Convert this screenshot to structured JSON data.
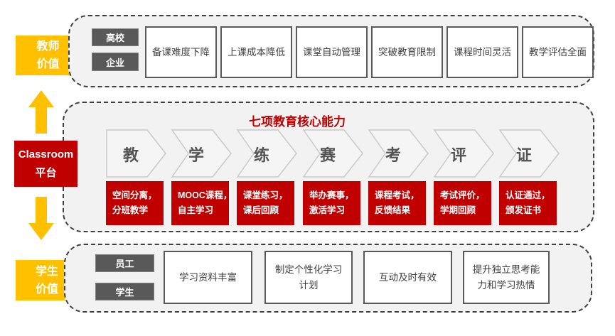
{
  "colors": {
    "accent_yellow": "#FFC000",
    "accent_red": "#C00000",
    "tag_gray": "#595959",
    "section_bg": "#F2F2F2"
  },
  "left_rail": {
    "teacher_value": {
      "line1": "教师",
      "line2": "价值"
    },
    "platform": {
      "line1": "Classroom",
      "line2": "平台"
    },
    "student_value": {
      "line1": "学生",
      "line2": "价值"
    }
  },
  "teacher_section": {
    "audience_tags": [
      {
        "label": "高校"
      },
      {
        "label": "企业"
      }
    ],
    "benefits": [
      {
        "label": "备课难度下降"
      },
      {
        "label": "上课成本降低"
      },
      {
        "label": "课堂自动管理"
      },
      {
        "label": "突破教育限制"
      },
      {
        "label": "课程时间灵活"
      },
      {
        "label": "教学评估全面"
      }
    ]
  },
  "platform_section": {
    "title": "七项教育核心能力",
    "steps": [
      {
        "label": "教",
        "desc_line1": "空间分离，",
        "desc_line2": "分班教学"
      },
      {
        "label": "学",
        "desc_line1": "MOOC课程，",
        "desc_line2": "自主学习"
      },
      {
        "label": "练",
        "desc_line1": "课堂练习，",
        "desc_line2": "课后回顾"
      },
      {
        "label": "赛",
        "desc_line1": "举办赛事，",
        "desc_line2": "激活学习"
      },
      {
        "label": "考",
        "desc_line1": "课程考试，",
        "desc_line2": "反馈结果"
      },
      {
        "label": "评",
        "desc_line1": "考试评价，",
        "desc_line2": "学期回顾"
      },
      {
        "label": "证",
        "desc_line1": "认证通过，",
        "desc_line2": "颁发证书"
      }
    ]
  },
  "student_section": {
    "audience_tags": [
      {
        "label": "员工"
      },
      {
        "label": "学生"
      }
    ],
    "benefits": [
      {
        "label": "学习资料丰富"
      },
      {
        "label": "制定个性化学习计划"
      },
      {
        "label": "互动及时有效"
      },
      {
        "label": "提升独立思考能力和学习热情"
      }
    ]
  }
}
